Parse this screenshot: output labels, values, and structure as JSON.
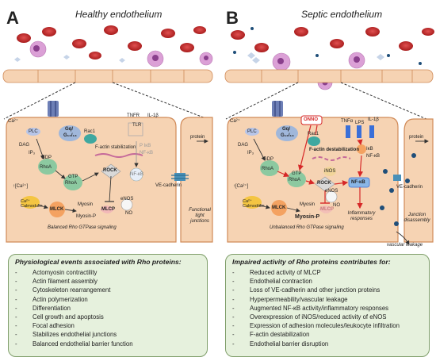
{
  "panelA": {
    "letter": "A",
    "title": "Healthy endothelium",
    "labels": {
      "ca": "Ca²⁺",
      "plc": "PLC",
      "dag": "DAG",
      "ip3": "IP₃",
      "gq": "Gq/",
      "g1213": "G₁₂/₁₃",
      "rac1": "Rac1",
      "factin": "F-actin stabilization",
      "tnfr": "TNFR",
      "tlr": "TLR",
      "il1b": "IL-1β",
      "protein": "protein",
      "ikb": "P IκB",
      "nfkb_small": "NF-κB",
      "gdp": "GDP",
      "rhoa1": "RhoA",
      "gtp": "GTP",
      "rhoa2": "RhoA",
      "rock": "ROCK",
      "nfkb": "NF-κB",
      "ca_in": "↑[Ca²⁺]",
      "calm": "Ca²⁺ Calmodulin",
      "mlck": "MLCK",
      "myosin": "Myosin",
      "myosinp": "Myosin-P",
      "mlcp": "MLCP",
      "enos": "eNOS",
      "no": "NO",
      "vecad": "VE-cadherin",
      "functional": "Functional tight junctions",
      "balanced": "Balanced Rho GTPase signaling"
    },
    "box": {
      "title": "Physiological events associated with Rho proteins:",
      "items": [
        "Actomyosin contractility",
        "Actin filament assembly",
        "Cytoskeleton rearrangement",
        "Actin polymerization",
        "Differentiation",
        "Cell growth and apoptosis",
        "Focal adhesion",
        "Stabilizes endothelial junctions",
        "Balanced endothelial barrier function"
      ]
    }
  },
  "panelB": {
    "letter": "B",
    "title": "Septic endothelium",
    "labels": {
      "ca": "Ca²⁺",
      "plc": "PLC",
      "dag": "DAG",
      "ip3": "IP₃",
      "gq": "Gq/",
      "g1213": "G₁₂/₁₃",
      "onno": "ONNO",
      "rac1": "Rac1",
      "factin": "F-actin destabilization",
      "tnfa": "TNFα",
      "lps": "LPS",
      "il1b": "IL-1β",
      "protein": "protein",
      "ikb": "IκB",
      "nfkb_small": "NF-κB",
      "gdp": "GDP",
      "rhoa1": "RhoA",
      "gtp": "GTP",
      "rhoa2": "RhoA",
      "inos": "iNOS",
      "rock": "ROCK",
      "nfkb": "NF-κB",
      "ca_in": "↑[Ca²⁺]",
      "calm": "Ca²⁺ Calmodulin",
      "mlck": "MLCK",
      "myosin": "Myosin",
      "myosinp": "Myosin-P",
      "mlcp": "MLCP",
      "enos": "eNOS",
      "no": "NO",
      "inflam": "Inflammatory responses",
      "vecad": "VE-cadherin",
      "junction": "Junction disassembly",
      "leak": "vascular leakage",
      "unbalanced": "Unbalanced Rho GTPase signaling"
    },
    "box": {
      "title": "Impaired activity of Rho proteins contributes for:",
      "items": [
        "Reduced activity of MLCP",
        "Endothelial contraction",
        "Loss of VE-cadherin and other junction proteins",
        "Hyperpermeability/vascular leakage",
        "Augmented NF-κB activity/inflammatory responses",
        "Overexpression of iNOS/reduced activity of eNOS",
        "Expression of adhesion molecules/leukocyte infiltration",
        "F-actin destabilization",
        "Endothelial barrier disruption"
      ]
    }
  },
  "dash": "-",
  "colors": {
    "rbc": "#c62828",
    "wbc": "#dba0d6",
    "cell": "#f6d3b3",
    "cell_border": "#d08a58",
    "box_fill": "#e6f1dd",
    "box_border": "#7f9e6a",
    "rhoa": "#8cc9a0",
    "rock": "#d9d9d9",
    "mlck": "#f4a261",
    "mlcp": "#f2b8b8",
    "nfkb": "#8ab6e6",
    "inhibit_red": "#d62828"
  }
}
